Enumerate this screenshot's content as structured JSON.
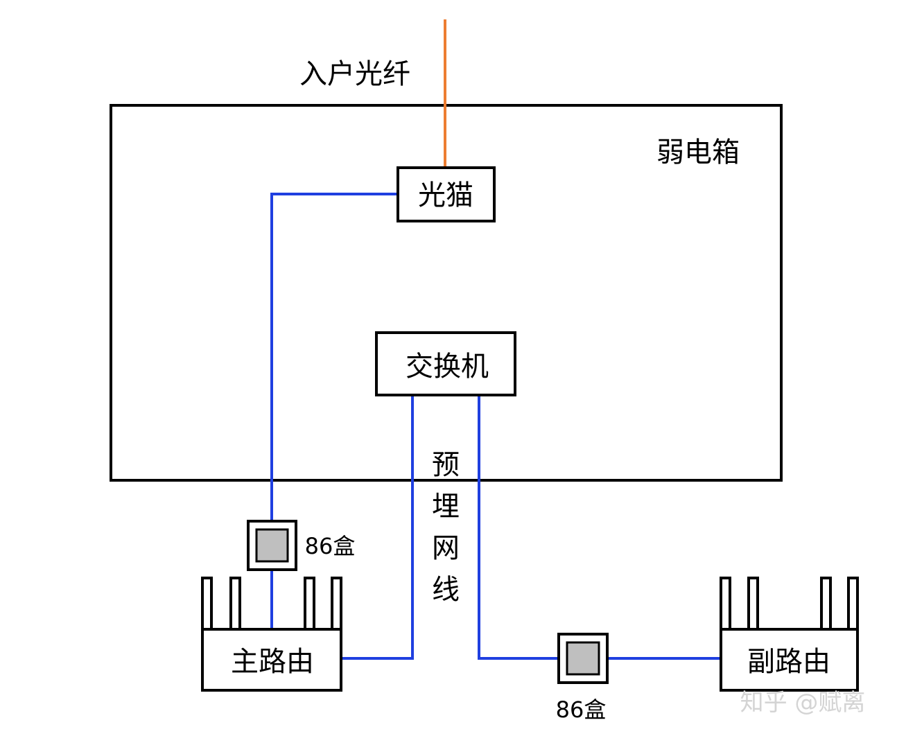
{
  "labels": {
    "fiber_in": "入户光纤",
    "weak_box": "弱电箱",
    "modem": "光猫",
    "switch": "交换机",
    "preburied_cable": [
      "预",
      "埋",
      "网",
      "线"
    ],
    "box86_left": "86盒",
    "box86_right": "86盒",
    "main_router": "主路由",
    "sub_router": "副路由"
  },
  "watermark": "知乎 @赋离",
  "colors": {
    "fiber": "#ed7d31",
    "ethernet": "#1f3fe0",
    "outline": "#000000",
    "box86_inner": "#bfbfbf",
    "background": "#ffffff"
  }
}
